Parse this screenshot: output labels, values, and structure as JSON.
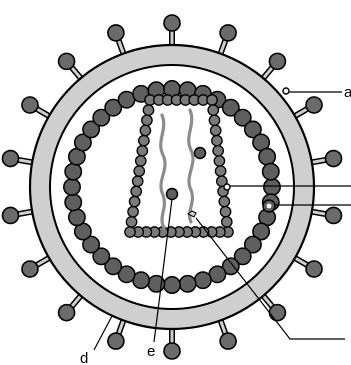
{
  "diagram": {
    "labels": {
      "a": "a",
      "d": "d",
      "e": "e"
    },
    "colors": {
      "outline": "#000000",
      "envelope": "#cfcfcf",
      "bead": "#5f5f5f",
      "bead_light": "#7a7a7a",
      "rna": "#8c8c8c",
      "spike": "#6b6b6b",
      "background": "#ffffff"
    },
    "components": {
      "spike_count": 18,
      "outer_matrix_bead_count": 40,
      "rna_strand_count": 2
    }
  }
}
